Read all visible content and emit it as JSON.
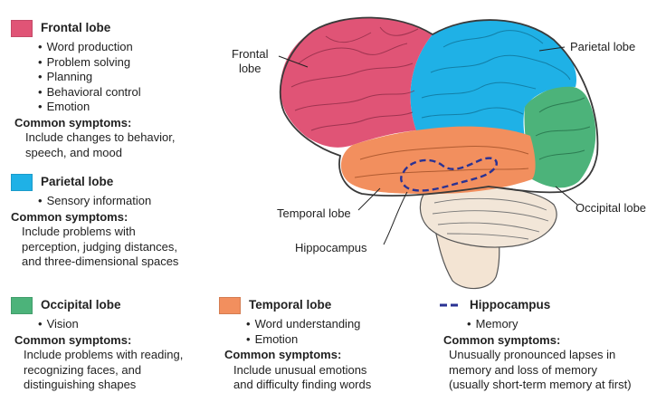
{
  "colors": {
    "frontal": "#e05476",
    "parietal": "#1fb1e6",
    "occipital": "#4cb37a",
    "temporal": "#f28f5e",
    "hippocampus": "#2a3293",
    "cerebellum": "#f2e6d8",
    "brainstem": "#f3e4d3"
  },
  "legend": [
    {
      "id": "frontal",
      "title": "Frontal lobe",
      "items": [
        "Word production",
        "Problem solving",
        "Planning",
        "Behavioral control",
        "Emotion"
      ],
      "symptoms_heading": "Common symptoms:",
      "symptoms": [
        "Include changes to behavior,",
        "speech, and mood"
      ]
    },
    {
      "id": "parietal",
      "title": "Parietal lobe",
      "items": [
        "Sensory information"
      ],
      "symptoms_heading": "Common symptoms:",
      "symptoms": [
        "Include problems with",
        "perception, judging distances,",
        "and three-dimensional spaces"
      ]
    },
    {
      "id": "occipital",
      "title": "Occipital lobe",
      "items": [
        "Vision"
      ],
      "symptoms_heading": "Common symptoms:",
      "symptoms": [
        "Include problems with reading,",
        "recognizing faces, and",
        "distinguishing shapes"
      ]
    },
    {
      "id": "temporal",
      "title": "Temporal lobe",
      "items": [
        "Word understanding",
        "Emotion"
      ],
      "symptoms_heading": "Common symptoms:",
      "symptoms": [
        "Include unusual emotions",
        "and difficulty finding words"
      ]
    },
    {
      "id": "hippocampus",
      "title": "Hippocampus",
      "items": [
        "Memory"
      ],
      "symptoms_heading": "Common symptoms:",
      "symptoms": [
        "Unusually pronounced lapses in",
        "memory and loss of memory",
        "(usually short-term memory at first)"
      ]
    }
  ],
  "labels": {
    "frontal": [
      "Frontal",
      "lobe"
    ],
    "parietal": "Parietal lobe",
    "temporal": "Temporal lobe",
    "occipital": "Occipital lobe",
    "hippocampus": "Hippocampus"
  }
}
